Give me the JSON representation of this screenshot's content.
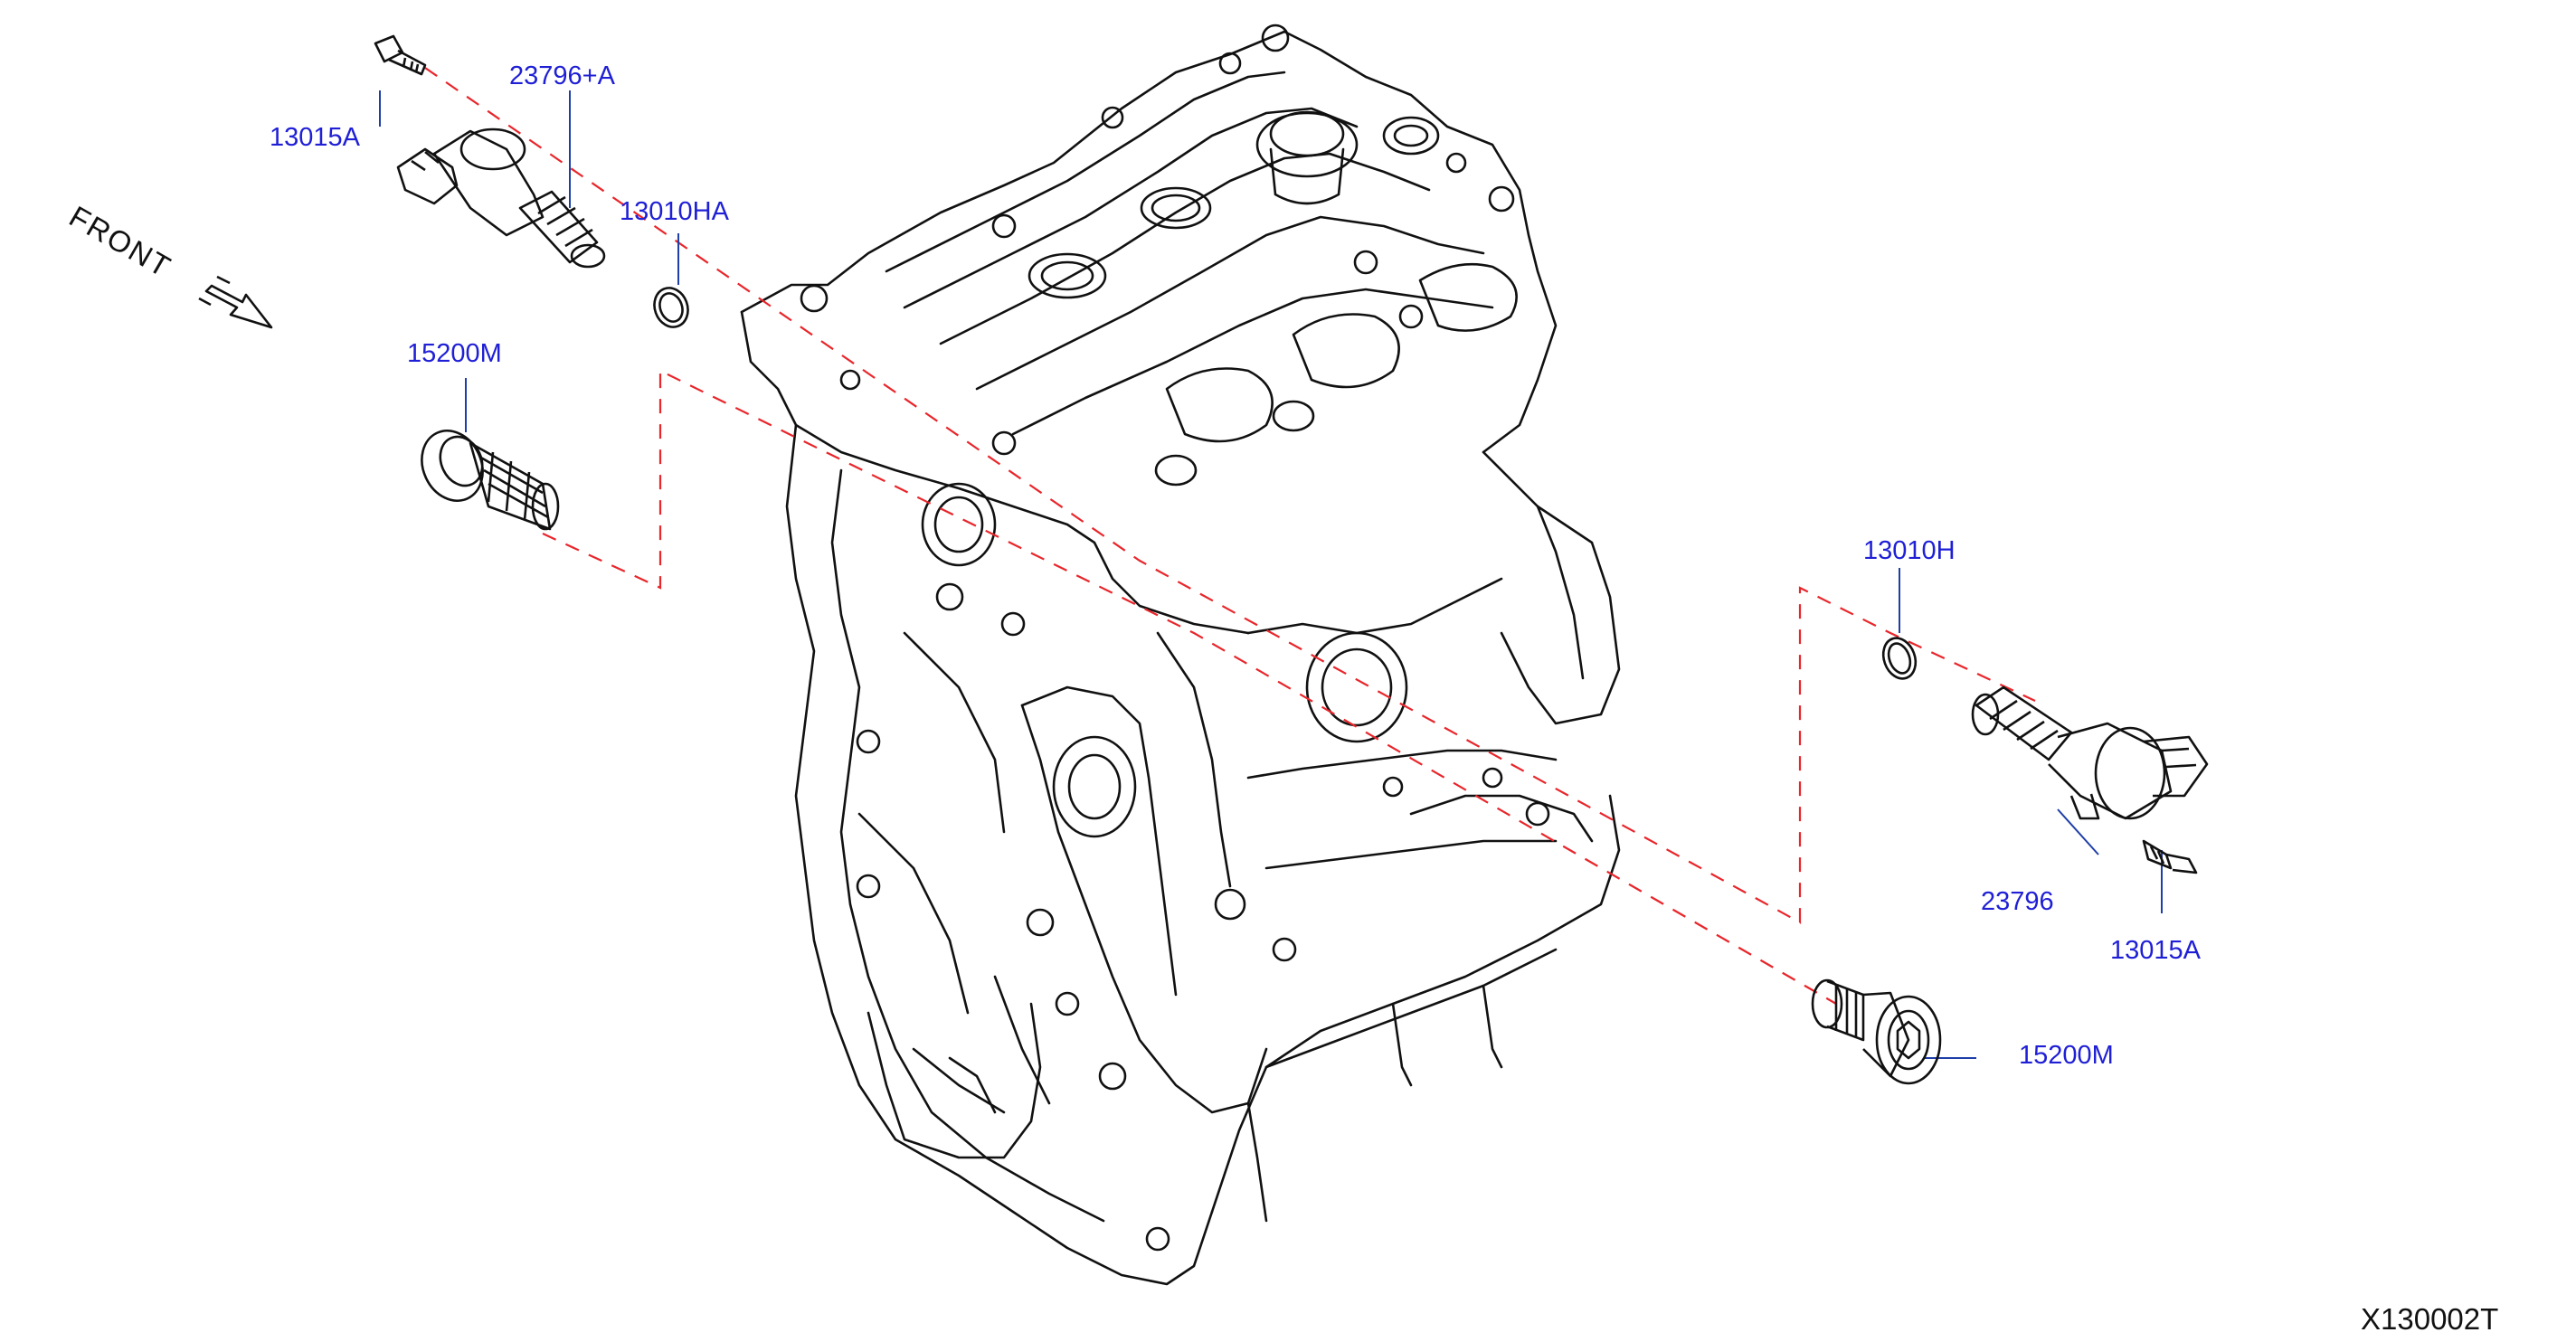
{
  "colors": {
    "callout_text": "#1f1fd6",
    "leader_line": "#1f3fa8",
    "dashed_line": "#e8262b",
    "line_art": "#111111",
    "background": "#ffffff"
  },
  "front_label": "FRONT",
  "drawing_id": "X130002T",
  "callouts": {
    "upper_bolt": "13015A",
    "upper_solenoid": "23796+A",
    "upper_oring": "13010HA",
    "upper_filter": "15200M",
    "lower_oring": "13010H",
    "lower_solenoid": "23796",
    "lower_bolt": "13015A",
    "lower_filter": "15200M"
  }
}
